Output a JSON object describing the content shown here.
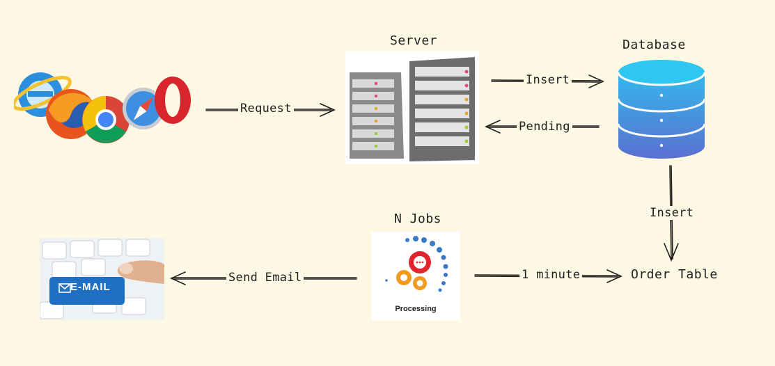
{
  "nodes": {
    "server": "Server",
    "database": "Database",
    "jobs": "N Jobs",
    "order_table": "Order Table"
  },
  "edges": {
    "request": "Request",
    "insert_db": "Insert",
    "pending": "Pending",
    "insert_order": "Insert",
    "one_minute": "1 minute",
    "send_email": "Send Email"
  },
  "images": {
    "browsers": "browser-icons",
    "server": "server-rack-icon",
    "database": "database-cylinder-icon",
    "processing_text": "Processing",
    "email_key_text": "E-MAIL"
  },
  "colors": {
    "background": "#fdf8e4",
    "database_top": "#2ec4f0",
    "database_bottom": "#5a6fd0",
    "stroke": "#1e1e1e"
  }
}
